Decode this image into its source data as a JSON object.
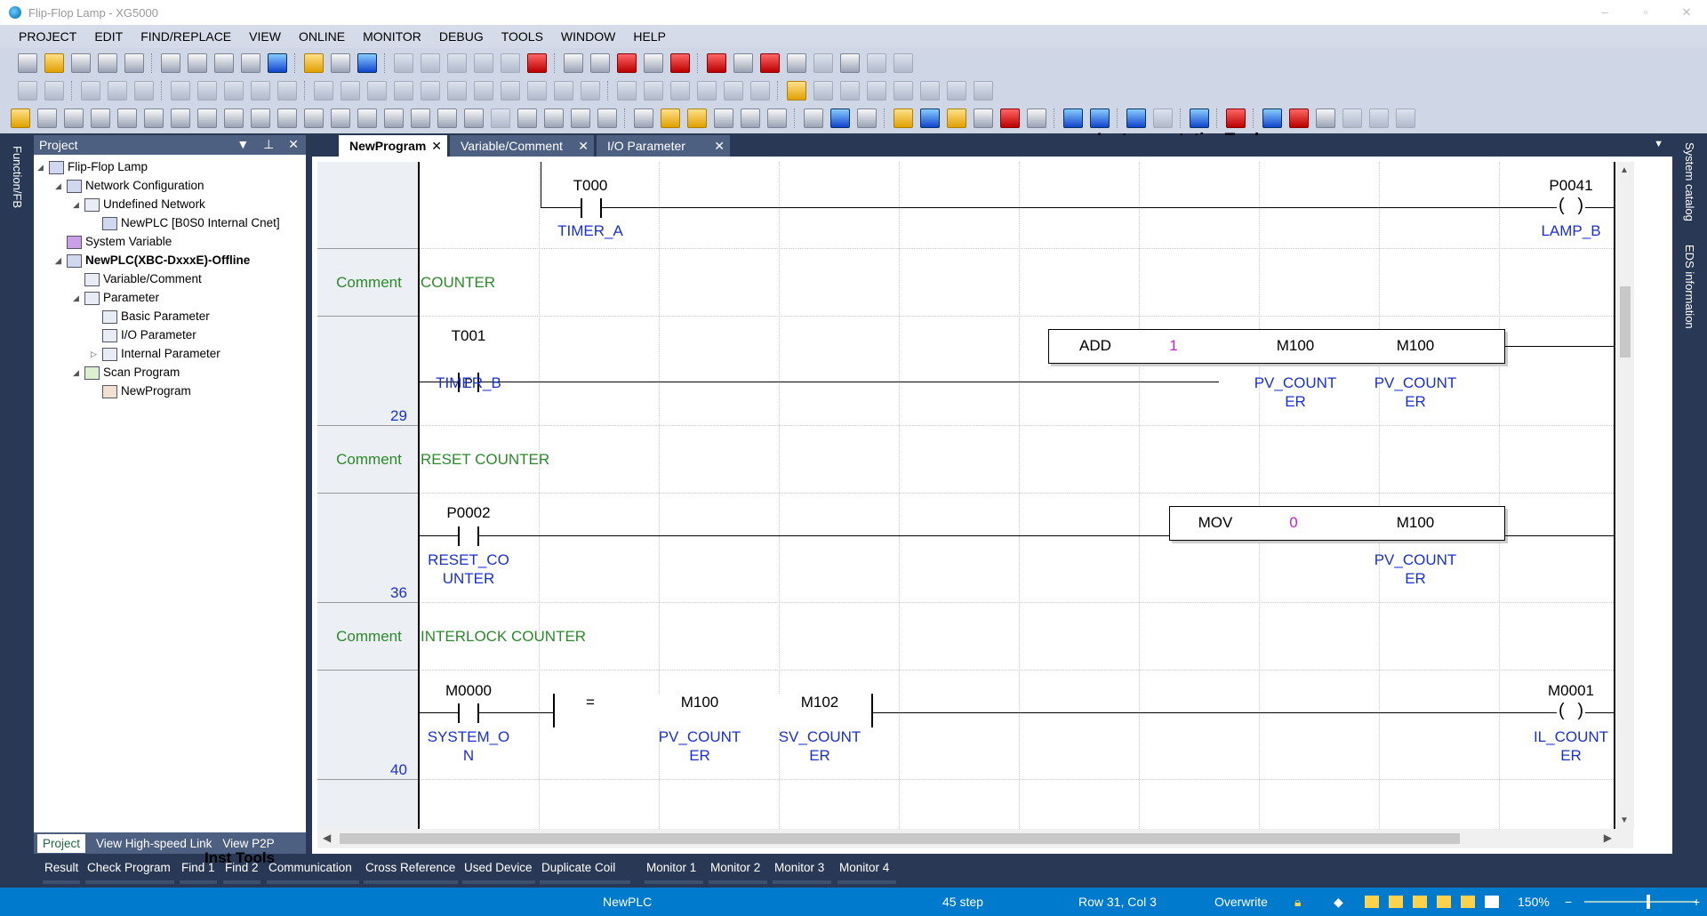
{
  "window": {
    "title": "Flip-Flop Lamp - XG5000",
    "controls": [
      "–",
      "▫",
      "✕"
    ]
  },
  "menu": [
    "PROJECT",
    "EDIT",
    "FIND/REPLACE",
    "VIEW",
    "ONLINE",
    "MONITOR",
    "DEBUG",
    "TOOLS",
    "WINDOW",
    "HELP"
  ],
  "brand": "InstrumentationTools.com",
  "left_strip_label": "Function/FB",
  "right_strip_labels": [
    "System catalog",
    "EDS information"
  ],
  "project_panel": {
    "title": "Project",
    "tree": [
      {
        "label": "Flip-Flop Lamp"
      },
      {
        "label": "Network Configuration"
      },
      {
        "label": "Undefined Network"
      },
      {
        "label": "NewPLC [B0S0 Internal Cnet]"
      },
      {
        "label": "System Variable"
      },
      {
        "label": "NewPLC(XBC-DxxxE)-Offline"
      },
      {
        "label": "Variable/Comment"
      },
      {
        "label": "Parameter"
      },
      {
        "label": "Basic Parameter"
      },
      {
        "label": "I/O Parameter"
      },
      {
        "label": "Internal Parameter"
      },
      {
        "label": "Scan Program"
      },
      {
        "label": "NewProgram"
      }
    ],
    "tabs": [
      "Project",
      "View High-speed Link",
      "View P2P"
    ]
  },
  "editor_tabs": [
    "NewProgram",
    "Variable/Comment",
    "I/O Parameter"
  ],
  "ladder": {
    "rung1": {
      "contact_dev": "T000",
      "contact_var": "TIMER_A",
      "coil_dev": "P0041",
      "coil_var": "LAMP_B"
    },
    "comment1": {
      "label": "Comment",
      "text": "COUNTER"
    },
    "rung2": {
      "row": "29",
      "contact_dev": "T001",
      "contact_var": "TIMER_B",
      "contact_type": "P",
      "fb_name": "ADD",
      "fb_arg1": "1",
      "fb_arg2": "M100",
      "fb_arg3": "M100",
      "fb_var2_l1": "PV_COUNT",
      "fb_var2_l2": "ER",
      "fb_var3_l1": "PV_COUNT",
      "fb_var3_l2": "ER"
    },
    "comment2": {
      "label": "Comment",
      "text": "RESET COUNTER"
    },
    "rung3": {
      "row": "36",
      "contact_dev": "P0002",
      "contact_var_l1": "RESET_CO",
      "contact_var_l2": "UNTER",
      "fb_name": "MOV",
      "fb_arg1": "0",
      "fb_arg2": "M100",
      "fb_var2_l1": "PV_COUNT",
      "fb_var2_l2": "ER"
    },
    "comment3": {
      "label": "Comment",
      "text": "INTERLOCK COUNTER"
    },
    "rung4": {
      "row": "40",
      "contact_dev": "M0000",
      "contact_var_l1": "SYSTEM_O",
      "contact_var_l2": "N",
      "cmp_op": "=",
      "cmp_a": "M100",
      "cmp_a_l1": "PV_COUNT",
      "cmp_a_l2": "ER",
      "cmp_b": "M102",
      "cmp_b_l1": "SV_COUNT",
      "cmp_b_l2": "ER",
      "coil_dev": "M0001",
      "coil_var_l1": "IL_COUNT",
      "coil_var_l2": "ER"
    }
  },
  "bottom_tabs": [
    "Result",
    "Check Program",
    "Find 1",
    "Find 2",
    "Communication",
    "Cross Reference",
    "Used Device",
    "Duplicate Coil",
    "Monitor 1",
    "Monitor 2",
    "Monitor 3",
    "Monitor 4"
  ],
  "watermark": "Inst Tools",
  "status": {
    "plc": "NewPLC",
    "steps": "45 step",
    "position": "Row 31, Col 3",
    "mode": "Overwrite",
    "zoom": "150%"
  }
}
